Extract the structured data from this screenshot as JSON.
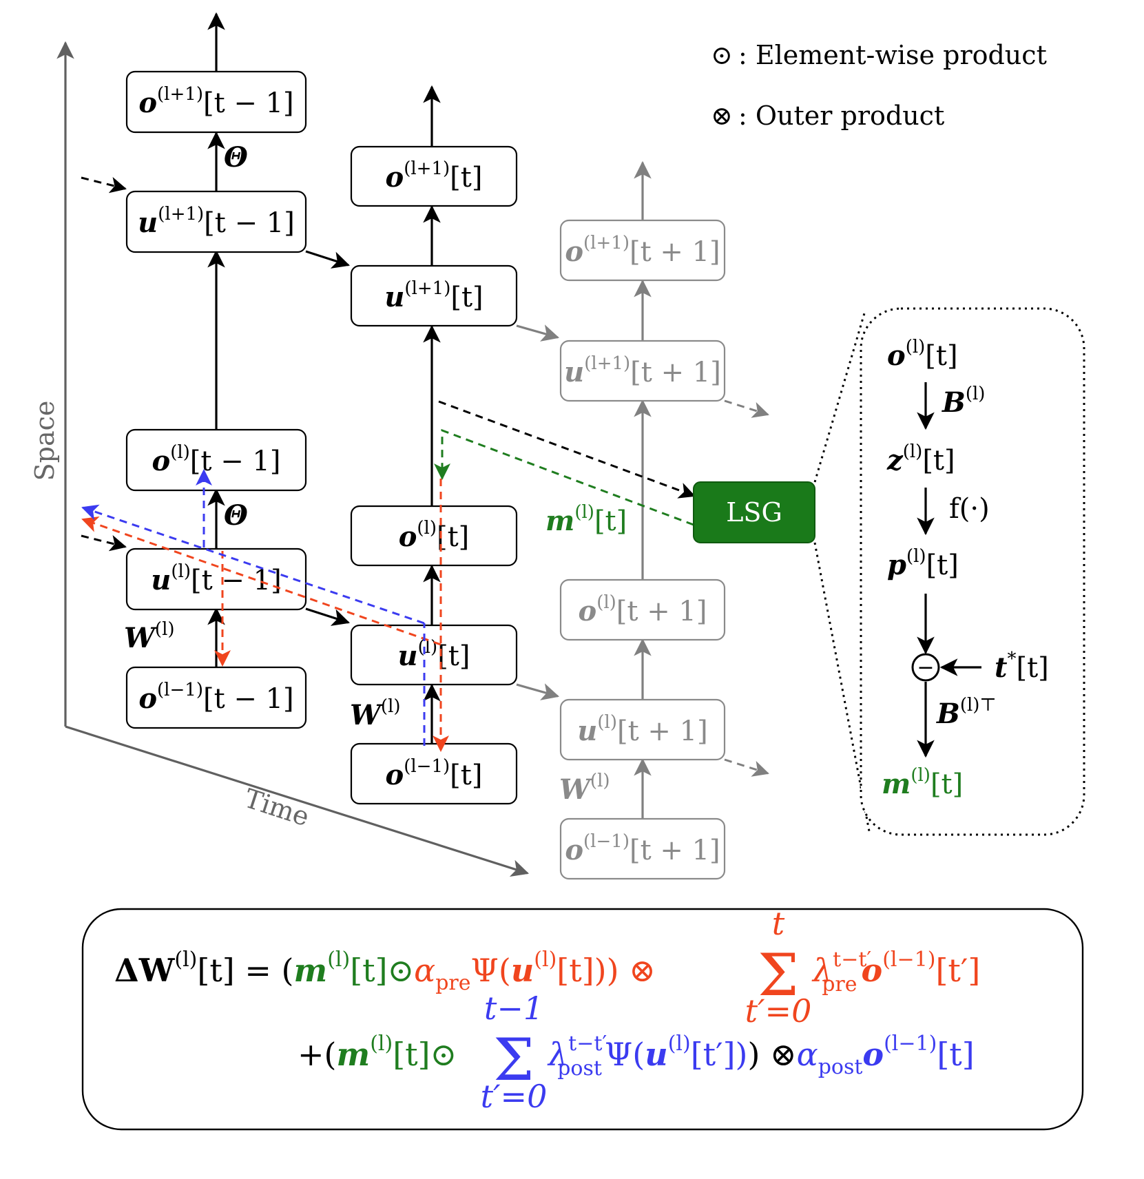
{
  "legend": {
    "elementwise_symbol": "⊙",
    "elementwise_text": ": Element-wise product",
    "outer_symbol": "⊗",
    "outer_text": ": Outer product"
  },
  "axes": {
    "space_label": "Space",
    "time_label": "Time"
  },
  "time_steps": [
    {
      "nodes": {
        "o_next": {
          "sym": "o",
          "sup": "(l+1)",
          "arg": "[t − 1]"
        },
        "u_next": {
          "sym": "u",
          "sup": "(l+1)",
          "arg": "[t − 1]"
        },
        "o_cur": {
          "sym": "o",
          "sup": "(l)",
          "arg": "[t − 1]"
        },
        "u_cur": {
          "sym": "u",
          "sup": "(l)",
          "arg": "[t − 1]"
        },
        "o_prev": {
          "sym": "o",
          "sup": "(l−1)",
          "arg": "[t − 1]"
        }
      }
    },
    {
      "nodes": {
        "o_next": {
          "sym": "o",
          "sup": "(l+1)",
          "arg": "[t]"
        },
        "u_next": {
          "sym": "u",
          "sup": "(l+1)",
          "arg": "[t]"
        },
        "o_cur": {
          "sym": "o",
          "sup": "(l)",
          "arg": "[t]"
        },
        "u_cur": {
          "sym": "u",
          "sup": "(l)",
          "arg": "[t]"
        },
        "o_prev": {
          "sym": "o",
          "sup": "(l−1)",
          "arg": "[t]"
        }
      }
    },
    {
      "nodes": {
        "o_next": {
          "sym": "o",
          "sup": "(l+1)",
          "arg": "[t + 1]"
        },
        "u_next": {
          "sym": "u",
          "sup": "(l+1)",
          "arg": "[t + 1]"
        },
        "o_cur": {
          "sym": "o",
          "sup": "(l)",
          "arg": "[t + 1]"
        },
        "u_cur": {
          "sym": "u",
          "sup": "(l)",
          "arg": "[t + 1]"
        },
        "o_prev": {
          "sym": "o",
          "sup": "(l−1)",
          "arg": "[t + 1]"
        }
      }
    }
  ],
  "edge_labels": {
    "theta": "Θ",
    "w_sym": "W",
    "w_sup": "(l)"
  },
  "lsg": {
    "label": "LSG",
    "m_sym": "m",
    "m_sup": "(l)",
    "m_arg": "[t]"
  },
  "lsg_detail": {
    "o": {
      "sym": "o",
      "sup": "(l)",
      "arg": "[t]"
    },
    "b": {
      "sym": "B",
      "sup": "(l)"
    },
    "z": {
      "sym": "z",
      "sup": "(l)",
      "arg": "[t]"
    },
    "f": "f(·)",
    "p": {
      "sym": "p",
      "sup": "(l)",
      "arg": "[t]"
    },
    "minus": "−",
    "target": {
      "sym": "t",
      "sup": "*",
      "arg": "[t]"
    },
    "bt": {
      "sym": "B",
      "sup": "(l)⊤"
    },
    "m": {
      "sym": "m",
      "sup": "(l)",
      "arg": "[t]"
    }
  },
  "formula": {
    "line1": {
      "lhs": "ΔW",
      "lhs_sup": "(l)",
      "lhs_arg": "[t] = (",
      "m": "m",
      "m_sup": "(l)",
      "m_arg": "[t]",
      "odot": "⊙",
      "alpha": "α",
      "alpha_sub": "pre",
      "psi": "Ψ(",
      "u": "u",
      "u_sup": "(l)",
      "u_arg": "[t])",
      "close": ") ⊗",
      "sum": "Σ",
      "sum_top": "t",
      "sum_bottom": "t′=0",
      "lambda": "λ",
      "lambda_sup": "t−t′",
      "lambda_sub": "pre",
      "o": "o",
      "o_sup": "(l−1)",
      "o_arg": "[t′]"
    },
    "line2": {
      "plus": "+(",
      "m": "m",
      "m_sup": "(l)",
      "m_arg": "[t]",
      "odot": "⊙",
      "sum": "Σ",
      "sum_top": "t−1",
      "sum_bottom": "t′=0",
      "lambda": "λ",
      "lambda_sup": "t−t′",
      "lambda_sub": "post",
      "psi": "Ψ(",
      "u": "u",
      "u_sup": "(l)",
      "u_arg": "[t′])",
      "close": ") ⊗",
      "alpha": "α",
      "alpha_sub": "post",
      "o": "o",
      "o_sup": "(l−1)",
      "o_arg": "[t]"
    }
  }
}
